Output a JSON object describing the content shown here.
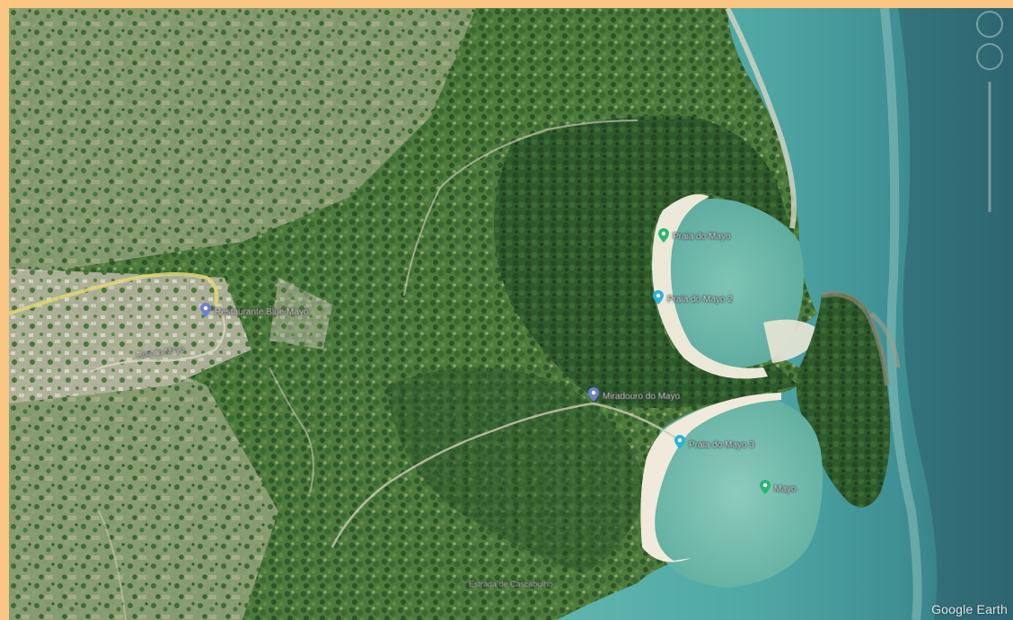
{
  "attribution": "Google Earth",
  "places": [
    {
      "name": "Praia do Mayo",
      "icon": "place-pin-icon",
      "color": "#2bb673"
    },
    {
      "name": "Praia do Mayo 2",
      "icon": "beach-pin-icon",
      "color": "#2bb3d6"
    },
    {
      "name": "Praia do Mayo 3",
      "icon": "beach-pin-icon",
      "color": "#2bb3d6"
    },
    {
      "name": "Mayo",
      "icon": "place-pin-icon",
      "color": "#2bb673"
    },
    {
      "name": "Restaurante Blue Mayo",
      "icon": "poi-pin-icon",
      "color": "#6f7fd0"
    },
    {
      "name": "Miradouro do Mayo",
      "icon": "poi-pin-icon",
      "color": "#6f7fd0"
    }
  ],
  "roads": [
    {
      "name": "Rua do Mayo"
    },
    {
      "name": "Estrada de Cascabulho"
    }
  ],
  "colors": {
    "frame": "#f9c783",
    "ocean": "#4fa7a4",
    "forest": "#3e6a35",
    "sand": "#e8e2cf"
  }
}
